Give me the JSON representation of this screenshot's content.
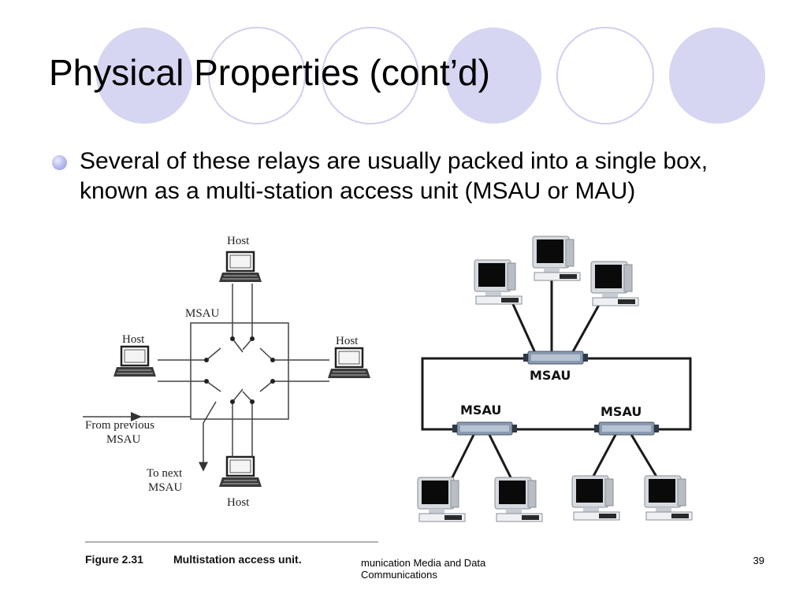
{
  "slide": {
    "title": "Physical Properties (cont’d)",
    "bullet": "Several of these relays are usually packed into a single box, known as a multi-station access unit (MSAU or MAU)",
    "footer": "munication Media and Data Communications",
    "page_number": "39",
    "accent_color": "#d6d6f2"
  },
  "figure_left": {
    "host_top": "Host",
    "host_left": "Host",
    "host_right": "Host",
    "host_bottom": "Host",
    "msau_label": "MSAU",
    "from_prev_line1": "From previous",
    "from_prev_line2": "MSAU",
    "to_next_line1": "To next",
    "to_next_line2": "MSAU",
    "caption_number": "Figure 2.31",
    "caption_text": "Multistation access unit."
  },
  "figure_right": {
    "msau_top": "MSAU",
    "msau_left": "MSAU",
    "msau_right": "MSAU"
  }
}
